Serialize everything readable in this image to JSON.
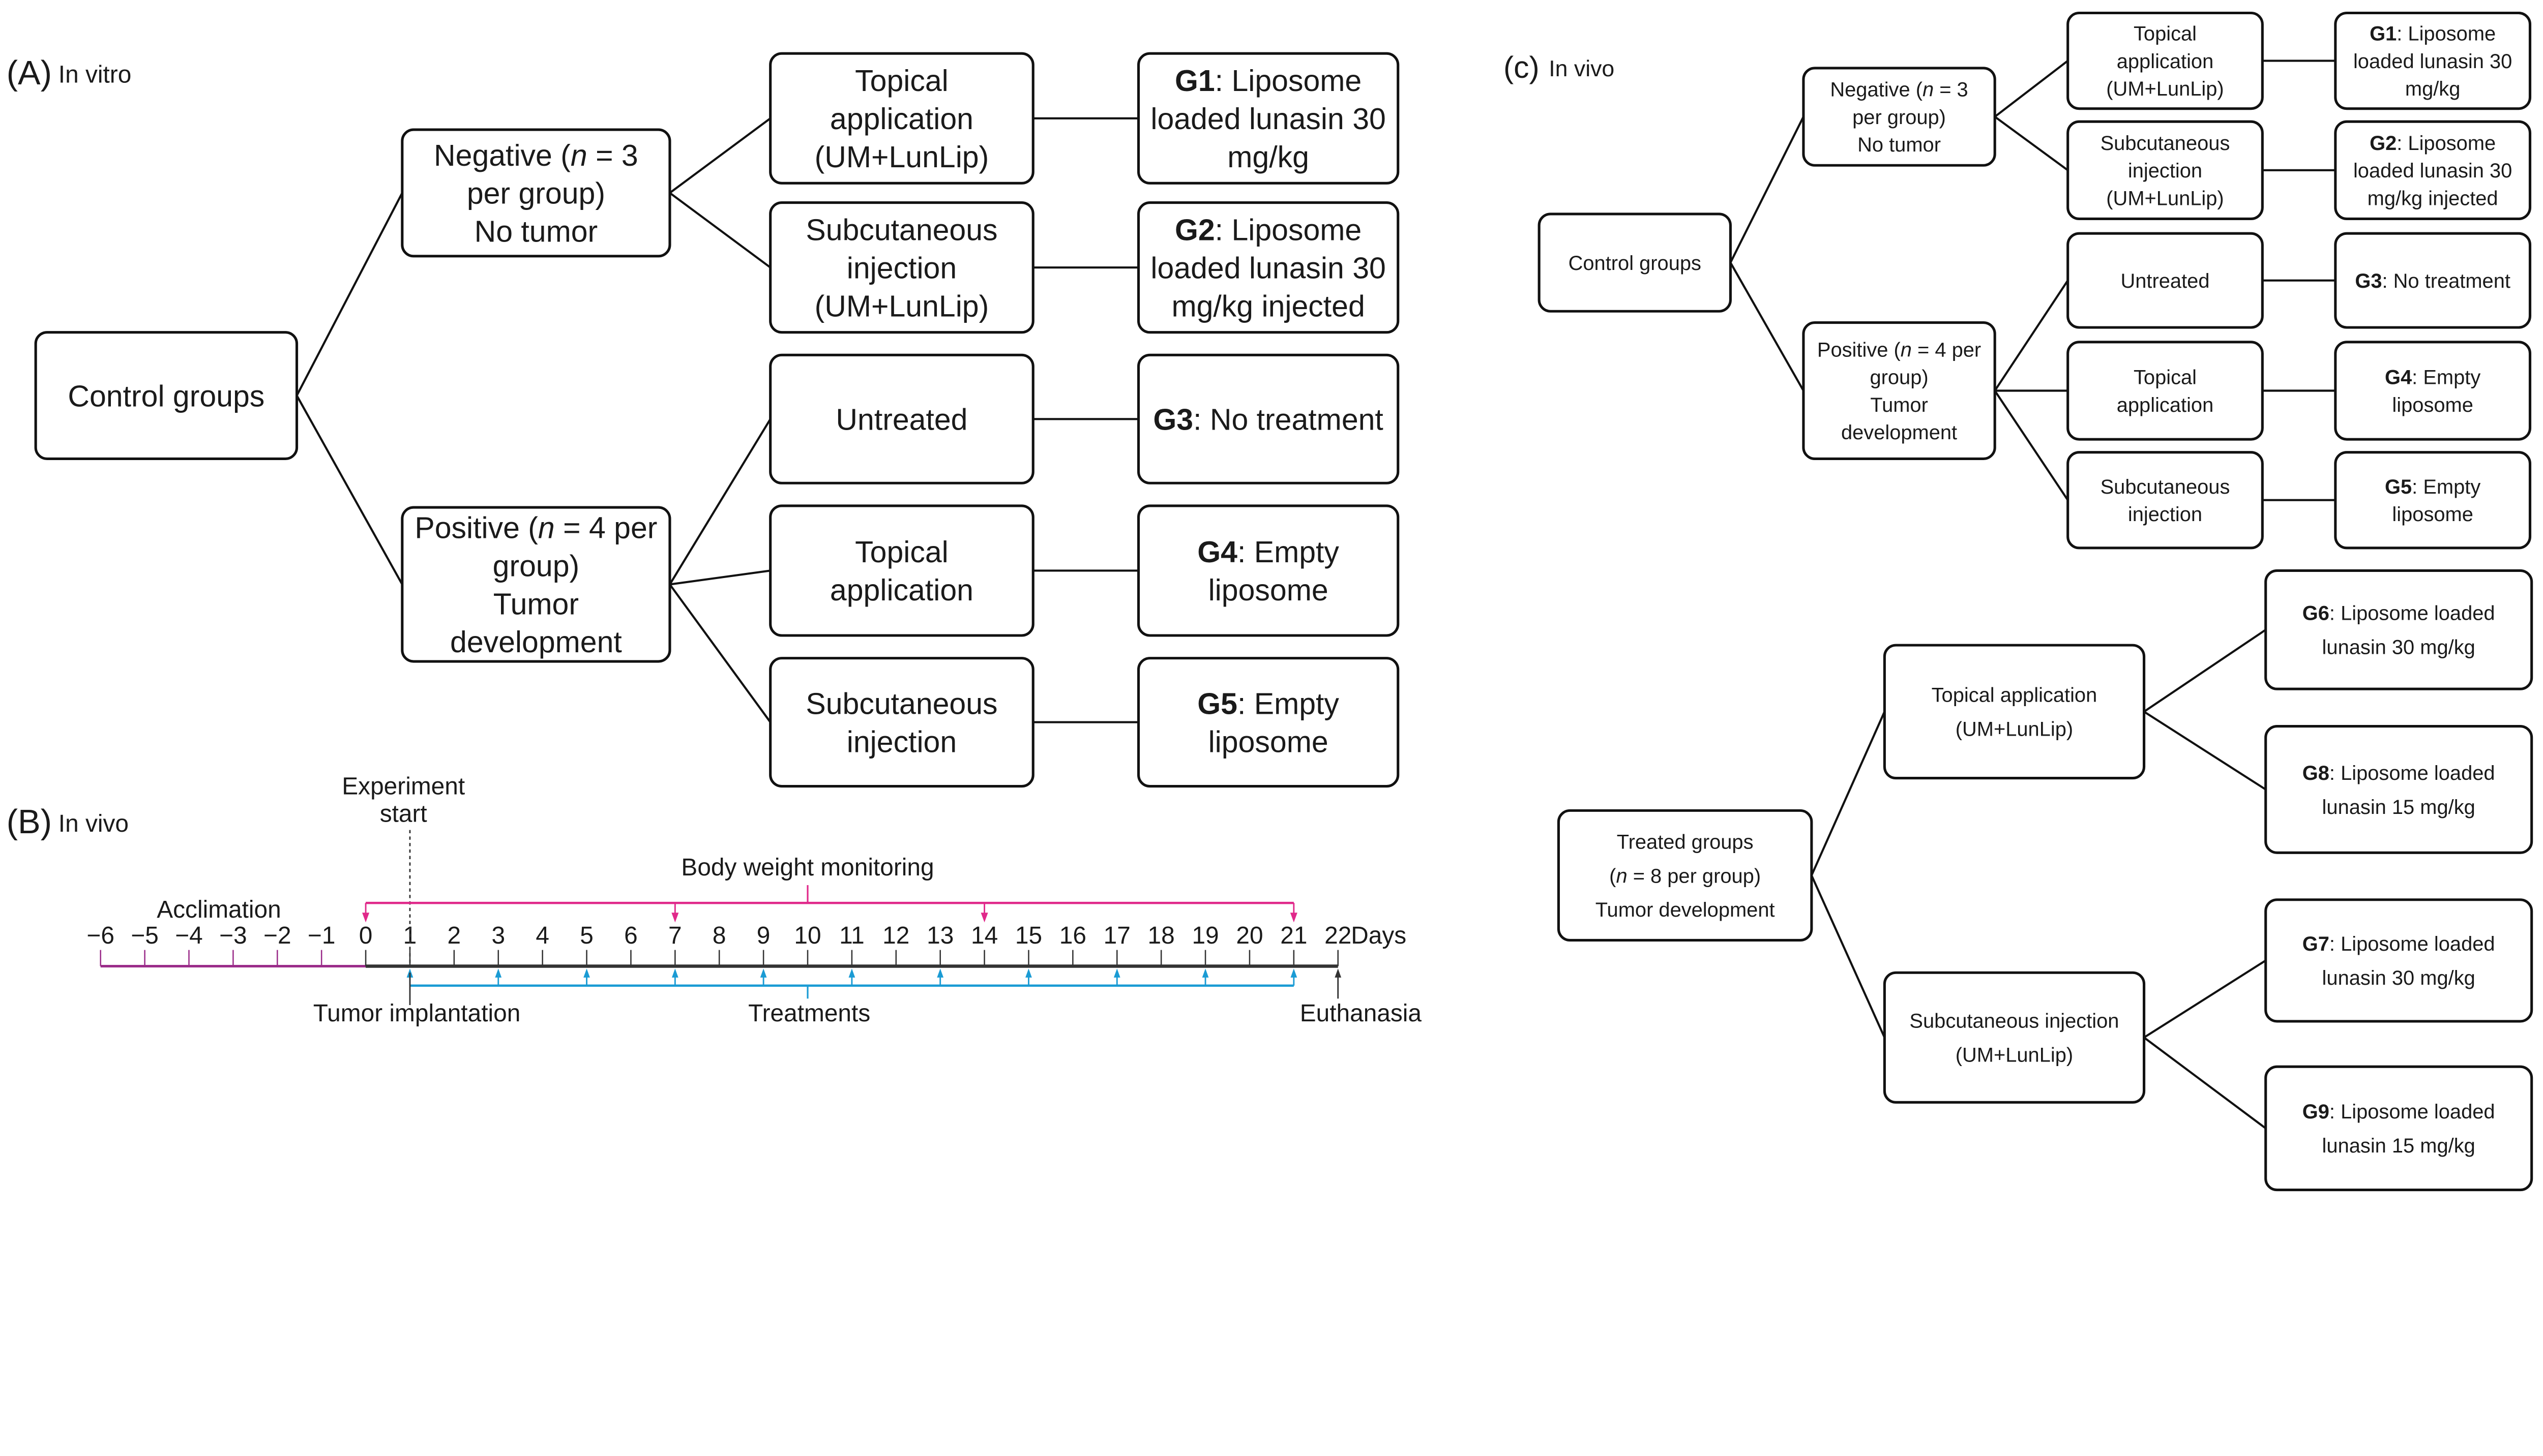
{
  "colors": {
    "acclimation": "#9b2d8a",
    "body_weight": "#e0288a",
    "treatments": "#1a9bd4",
    "default": "#1a1a1a"
  },
  "panel_a": {
    "label": "(A)",
    "sublabel": "In vitro",
    "boxes": {
      "control": [
        "Control groups"
      ],
      "negative": [
        "Negative (n = 3",
        "per group)",
        "No tumor"
      ],
      "positive": [
        "Positive (n = 4 per",
        "group)",
        "Tumor",
        "development"
      ],
      "neg_topical": [
        "Topical",
        "application",
        "(UM+LunLip)"
      ],
      "neg_subq": [
        "Subcutaneous",
        "injection",
        "(UM+LunLip)"
      ],
      "pos_untreated": [
        "Untreated"
      ],
      "pos_topical": [
        "Topical",
        "application"
      ],
      "pos_subq": [
        "Subcutaneous",
        "injection"
      ],
      "g1": [
        "G1: Liposome",
        "loaded lunasin 30",
        "mg/kg"
      ],
      "g2": [
        "G2: Liposome",
        "loaded lunasin 30",
        "mg/kg injected"
      ],
      "g3": [
        "G3: No treatment"
      ],
      "g4": [
        "G4: Empty",
        "liposome"
      ],
      "g5": [
        "G5: Empty",
        "liposome"
      ]
    }
  },
  "panel_b": {
    "label": "(B)",
    "sublabel": "In vivo",
    "experiment_start": [
      "Experiment",
      "start"
    ],
    "acclimation": "Acclimation",
    "body_weight": "Body weight monitoring",
    "treatments": "Treatments",
    "tumor_implantation": "Tumor implantation",
    "euthanasia": "Euthanasia",
    "unit": "Days",
    "day_range": [
      -6,
      22
    ],
    "body_weight_days": [
      0,
      7,
      14,
      21
    ],
    "treatment_days": [
      1,
      3,
      5,
      7,
      9,
      11,
      13,
      15,
      17,
      19,
      21
    ],
    "tumor_implantation_day": 1,
    "euthanasia_day": 22
  },
  "panel_c": {
    "label": "(c)",
    "sublabel": "In vivo",
    "boxes": {
      "control": [
        "Control groups"
      ],
      "negative": [
        "Negative (n = 3",
        "per group)",
        "No tumor"
      ],
      "positive": [
        "Positive (n = 4 per",
        "group)",
        "Tumor",
        "development"
      ],
      "neg_topical": [
        "Topical",
        "application",
        "(UM+LunLip)"
      ],
      "neg_subq": [
        "Subcutaneous",
        "injection",
        "(UM+LunLip)"
      ],
      "pos_untreated": [
        "Untreated"
      ],
      "pos_topical": [
        "Topical",
        "application"
      ],
      "pos_subq": [
        "Subcutaneous",
        "injection"
      ],
      "g1": [
        "G1: Liposome",
        "loaded lunasin 30",
        "mg/kg"
      ],
      "g2": [
        "G2: Liposome",
        "loaded lunasin 30",
        "mg/kg injected"
      ],
      "g3": [
        "G3: No treatment"
      ],
      "g4": [
        "G4: Empty",
        "liposome"
      ],
      "g5": [
        "G5: Empty",
        "liposome"
      ],
      "treated": [
        "Treated groups",
        "(n = 8 per group)",
        "Tumor development"
      ],
      "tr_topical": [
        "Topical application",
        "(UM+LunLip)"
      ],
      "tr_subq": [
        "Subcutaneous injection",
        "(UM+LunLip)"
      ],
      "g6": [
        "G6: Liposome loaded",
        "lunasin 30 mg/kg"
      ],
      "g8": [
        "G8: Liposome loaded",
        "lunasin 15 mg/kg"
      ],
      "g7": [
        "G7: Liposome loaded",
        "lunasin 30 mg/kg"
      ],
      "g9": [
        "G9: Liposome loaded",
        "lunasin 15 mg/kg"
      ]
    }
  }
}
